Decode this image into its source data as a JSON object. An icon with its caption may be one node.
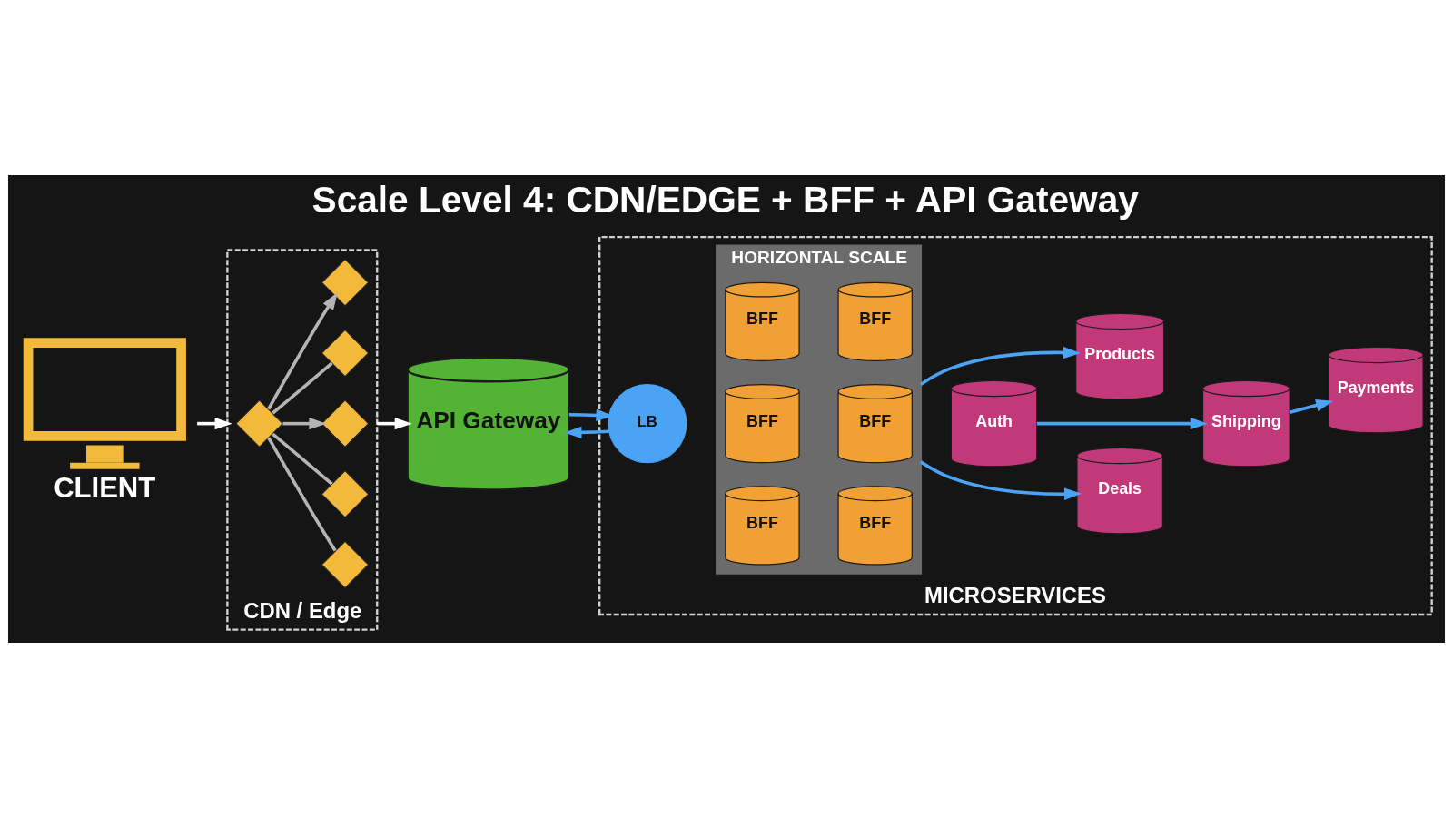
{
  "diagram": {
    "title": "Scale Level 4: CDN/EDGE + BFF + API Gateway",
    "nodes": [
      {
        "text": [
          "CLIENT"
        ]
      },
      {
        "text": [
          "CDN / Edge"
        ]
      },
      {
        "text": [],
        "shape": "diamond",
        "in": 1
      },
      {
        "text": [],
        "shape": "diamond",
        "in": 1
      },
      {
        "text": [],
        "shape": "diamond",
        "in": 1
      },
      {
        "text": [],
        "shape": "diamond",
        "in": 1
      },
      {
        "text": [],
        "shape": "diamond",
        "in": 1
      },
      {
        "text": [],
        "shape": "diamond",
        "in": 1
      },
      {
        "text": [
          "API Gateway"
        ]
      },
      {
        "text": [
          "MICROSERVICES"
        ]
      },
      {
        "text": [
          "LB"
        ],
        "in": 9
      },
      {
        "text": [
          "HORIZONTAL SCALE"
        ],
        "in": 9
      },
      {
        "text": [
          "BFF"
        ],
        "in": 11
      },
      {
        "text": [
          "BFF"
        ],
        "in": 11
      },
      {
        "text": [
          "BFF"
        ],
        "in": 11
      },
      {
        "text": [
          "BFF"
        ],
        "in": 11
      },
      {
        "text": [
          "BFF"
        ],
        "in": 11
      },
      {
        "text": [
          "BFF"
        ],
        "in": 11
      },
      {
        "text": [
          "Deals"
        ],
        "in": 9
      },
      {
        "text": [
          "Shipping"
        ],
        "in": 9
      },
      {
        "text": [
          "Auth"
        ],
        "in": 9
      },
      {
        "text": [
          "Products"
        ],
        "in": 9
      },
      {
        "text": [
          "Payments"
        ],
        "in": 9
      }
    ],
    "edges": [
      {
        "from": 0,
        "to": 1,
        "arrow": "to",
        "color": "#ffffff"
      },
      {
        "from": 4,
        "to": 2,
        "arrow": "none",
        "color": "#b4b4b4"
      },
      {
        "from": 4,
        "to": 3,
        "arrow": "none",
        "color": "#b4b4b4"
      },
      {
        "from": 4,
        "to": 5,
        "arrow": "to",
        "color": "#b4b4b4"
      },
      {
        "from": 4,
        "to": 6,
        "arrow": "none",
        "color": "#b4b4b4"
      },
      {
        "from": 4,
        "to": 7,
        "arrow": "to",
        "color": "#b4b4b4"
      },
      {
        "from": 1,
        "to": 8,
        "arrow": "to",
        "color": "#ffffff"
      },
      {
        "from": 8,
        "to": 10,
        "arrow": "to"
      },
      {
        "from": 10,
        "to": 8,
        "arrow": "to"
      },
      {
        "from": 11,
        "to": 18,
        "arrow": "to"
      },
      {
        "from": 11,
        "to": 21,
        "arrow": "to"
      },
      {
        "from": 20,
        "to": 19,
        "arrow": "to"
      },
      {
        "from": 19,
        "to": 22,
        "arrow": "to"
      }
    ]
  }
}
